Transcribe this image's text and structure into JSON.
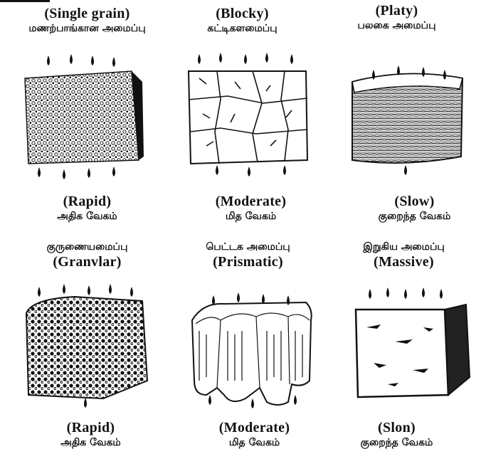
{
  "row1": [
    {
      "heading_en": "(Single grain)",
      "heading_ta": "மணற்பாங்கான அமைப்பு",
      "rate_en": "(Rapid)",
      "rate_ta": "அதிக வேகம்"
    },
    {
      "heading_en": "(Blocky)",
      "heading_ta": "கட்டிகளமைப்பு",
      "rate_en": "(Moderate)",
      "rate_ta": "மித வேகம்"
    },
    {
      "heading_en": "(Platy)",
      "heading_ta": "பலகை அமைப்பு",
      "rate_en": "(Slow)",
      "rate_ta": "குறைந்த வேகம்"
    }
  ],
  "row2": [
    {
      "heading_ta": "குருணையமைப்பு",
      "heading_en": "(Granvlar)",
      "rate_en": "(Rapid)",
      "rate_ta": "அதிக வேகம்"
    },
    {
      "heading_ta": "பெட்டக அமைப்பு",
      "heading_en": "(Prismatic)",
      "rate_en": "(Moderate)",
      "rate_ta": "மித வேகம்"
    },
    {
      "heading_ta": "இறுகிய அமைப்பு",
      "heading_en": "(Massive)",
      "rate_en": "(Slon)",
      "rate_ta": "குறைந்த வேகம்"
    }
  ]
}
